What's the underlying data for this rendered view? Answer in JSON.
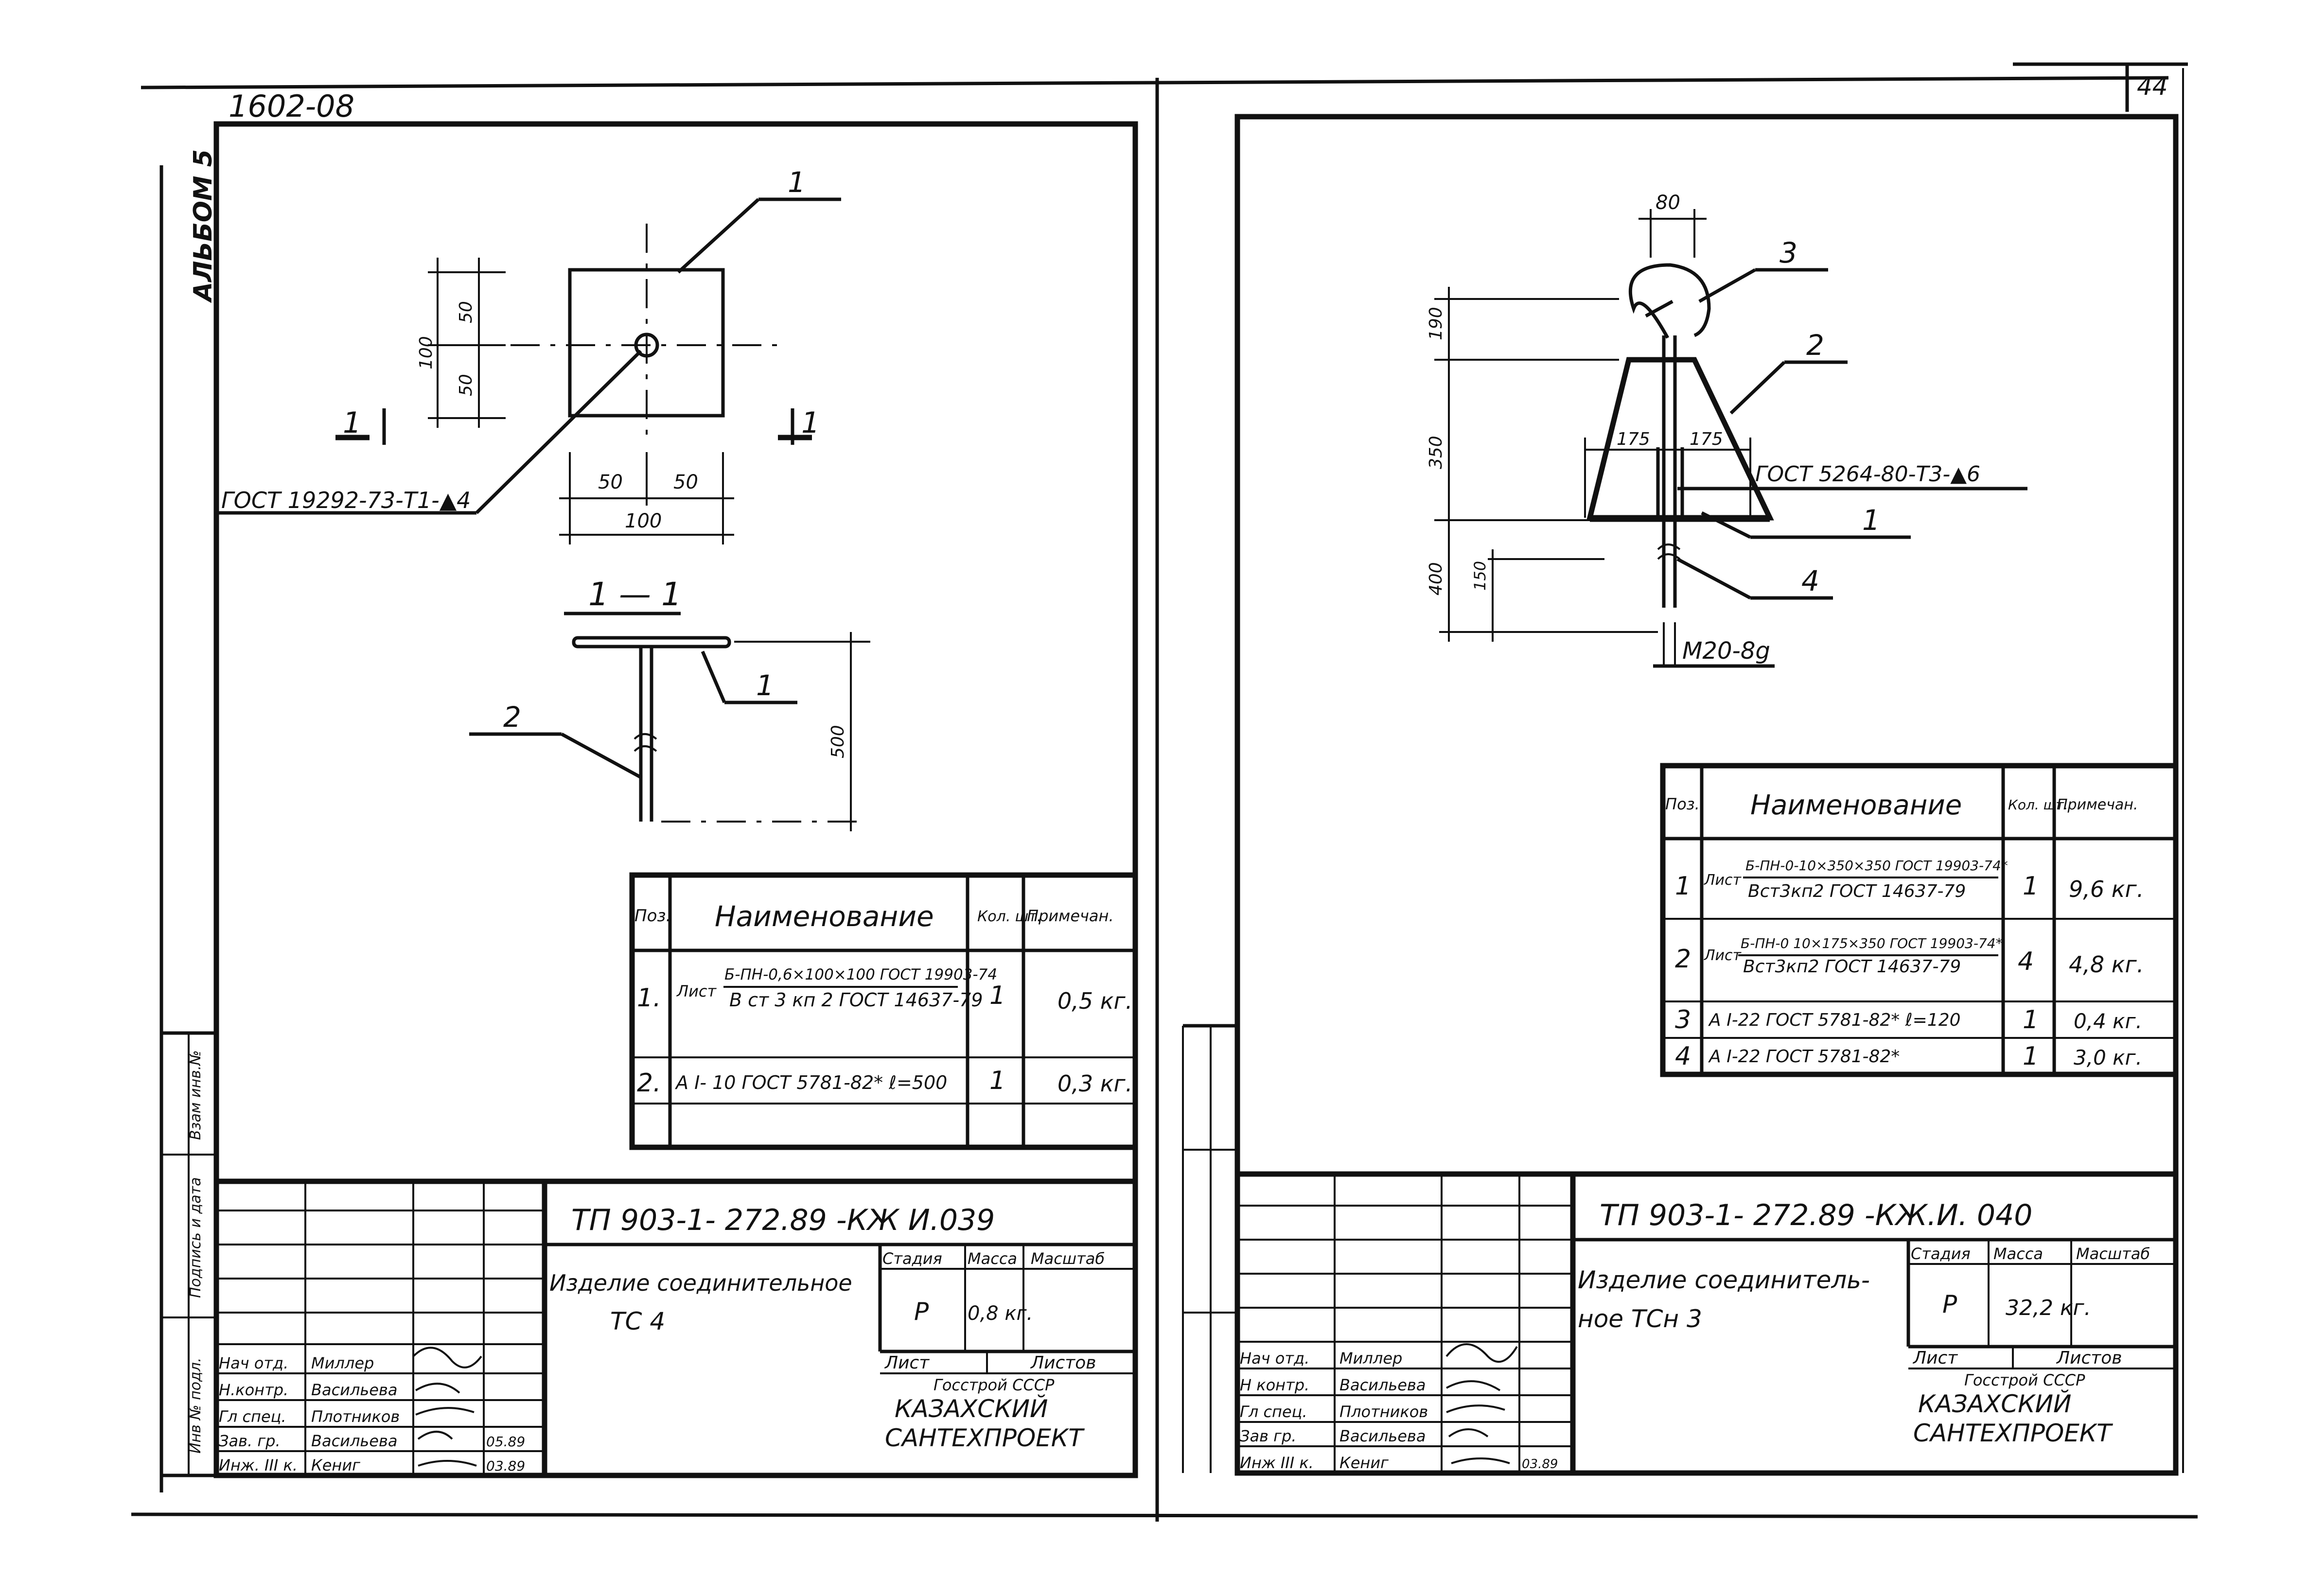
{
  "left_sheet": {
    "album_code": "1602-08",
    "album": "АЛЬБОМ 5",
    "side_stamp": [
      "Инв № подл.",
      "Подпись и дата",
      "Взам инв.№"
    ],
    "callouts": [
      "1",
      "1",
      "2"
    ],
    "dims": {
      "d100v": "100",
      "d50a": "50",
      "d50b": "50",
      "d50c": "50",
      "d50d": "50",
      "d100h": "100",
      "d500": "500"
    },
    "section_mark_left": "1",
    "section_mark_right": "1",
    "section_title": "1 — 1",
    "weld_note": "ГОСТ 19292-73-Т1-▲4",
    "spec_headers": [
      "Поз.",
      "Наименование",
      "Кол. шт.",
      "Примечан."
    ],
    "spec_rows": [
      {
        "pos": "1.",
        "item": "Лист",
        "name_top": "Б-ПН-0,6×100×100 ГОСТ 19903-74",
        "name_bottom": "В ст 3 кп 2 ГОСТ 14637-79",
        "qty": "1",
        "note": "0,5 кг."
      },
      {
        "pos": "2.",
        "item": "",
        "name_top": "А I- 10 ГОСТ 5781-82* ℓ=500",
        "name_bottom": "",
        "qty": "1",
        "note": "0,3 кг."
      }
    ],
    "designation": "ТП 903-1- 272.89    -КЖ И.039",
    "title_lines": [
      "Изделие соединительное",
      "ТС  4"
    ],
    "col_headers": [
      "Стадия",
      "Масса",
      "Масштаб"
    ],
    "stage": "Р",
    "mass": "0,8 кг.",
    "sheet_label": "Лист",
    "sheets_label": "Листов",
    "org": [
      "Госстрой СССР",
      "КАЗАХСКИЙ",
      "САНТЕХПРОЕКТ"
    ],
    "roles": [
      {
        "role": "Нач отд.",
        "name": "Миллер",
        "date": ""
      },
      {
        "role": "Н.контр.",
        "name": "Васильева",
        "date": ""
      },
      {
        "role": "Гл спец.",
        "name": "Плотников",
        "date": ""
      },
      {
        "role": "Зав. гр.",
        "name": "Васильева",
        "date": "05.89"
      },
      {
        "role": "Инж. III к.",
        "name": "Кениг",
        "date": "03.89"
      }
    ]
  },
  "right_sheet": {
    "page_number": "44",
    "callouts": [
      "3",
      "2",
      "1",
      "4"
    ],
    "dims": {
      "d80": "80",
      "d190": "190",
      "d350": "350",
      "d400": "400",
      "d150": "150",
      "d175a": "175",
      "d175b": "175"
    },
    "weld_note": "ГОСТ 5264-80-Т3-▲6",
    "thread_note": "М20-8g",
    "spec_headers": [
      "Поз.",
      "Наименование",
      "Кол. шт.",
      "Примечан."
    ],
    "spec_rows": [
      {
        "pos": "1",
        "item": "Лист",
        "name_top": "Б-ПН-0-10×350×350 ГОСТ 19903-74*",
        "name_bottom": "Вст3кп2 ГОСТ 14637-79",
        "qty": "1",
        "note": "9,6 кг."
      },
      {
        "pos": "2",
        "item": "Лист",
        "name_top": "Б-ПН-0 10×175×350 ГОСТ 19903-74*",
        "name_bottom": "Вст3кп2 ГОСТ 14637-79",
        "qty": "4",
        "note": "4,8 кг."
      },
      {
        "pos": "3",
        "item": "",
        "name_top": "А I-22 ГОСТ 5781-82*  ℓ=120",
        "name_bottom": "",
        "qty": "1",
        "note": "0,4 кг."
      },
      {
        "pos": "4",
        "item": "",
        "name_top": "А I-22 ГОСТ 5781-82*",
        "name_bottom": "",
        "qty": "1",
        "note": "3,0 кг."
      }
    ],
    "designation": "ТП 903-1- 272.89    -КЖ.И. 040",
    "title_lines": [
      "Изделие соединитель-",
      "ное  ТСн  3"
    ],
    "col_headers": [
      "Стадия",
      "Масса",
      "Масштаб"
    ],
    "stage": "Р",
    "mass": "32,2 кг.",
    "sheet_label": "Лист",
    "sheets_label": "Листов",
    "org": [
      "Госстрой СССР",
      "КАЗАХСКИЙ",
      "САНТЕХПРОЕКТ"
    ],
    "roles": [
      {
        "role": "Нач отд.",
        "name": "Миллер",
        "date": ""
      },
      {
        "role": "Н контр.",
        "name": "Васильева",
        "date": ""
      },
      {
        "role": "Гл спец.",
        "name": "Плотников",
        "date": ""
      },
      {
        "role": "Зав гр.",
        "name": "Васильева",
        "date": ""
      },
      {
        "role": "Инж III к.",
        "name": "Кениг",
        "date": "03.89"
      }
    ]
  }
}
